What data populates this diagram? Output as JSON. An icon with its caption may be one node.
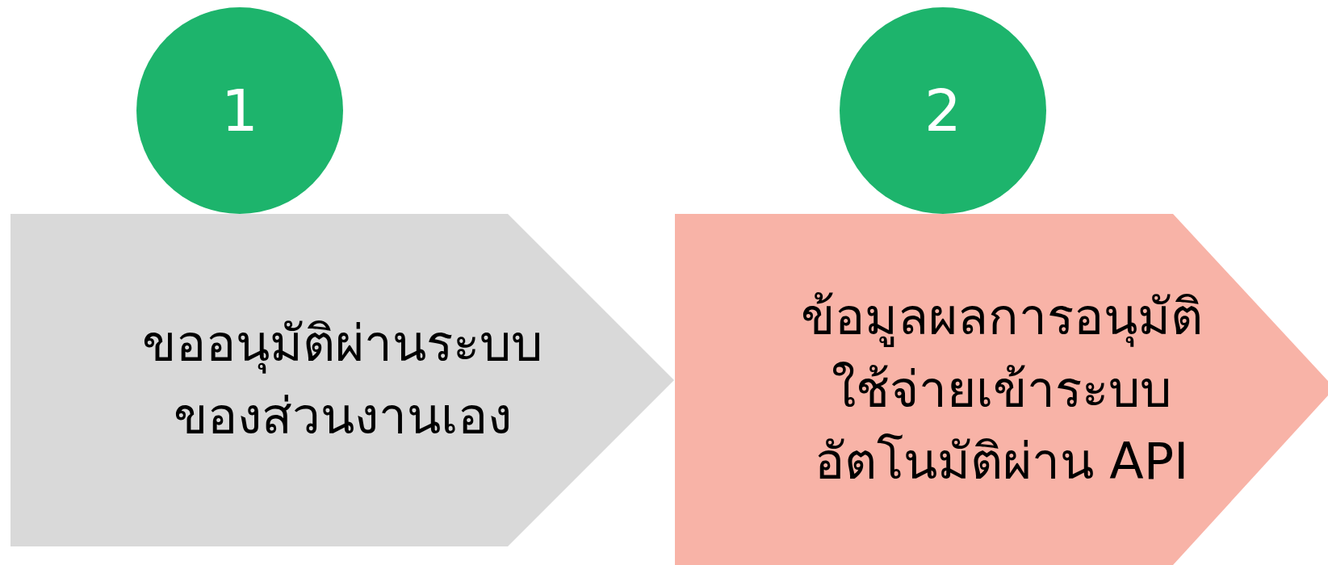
{
  "diagram": {
    "nodes": [
      {
        "text": [
          "1"
        ]
      },
      {
        "text": [
          "2"
        ]
      },
      {
        "text": [
          "ขออนุมัติผ่านระบบของส่วนงานเอง"
        ]
      },
      {
        "text": [
          "ข้อมูลผลการอนุมัติใช้จ่ายเข้าระบบอัตโนมัติผ่าน API"
        ]
      }
    ]
  }
}
